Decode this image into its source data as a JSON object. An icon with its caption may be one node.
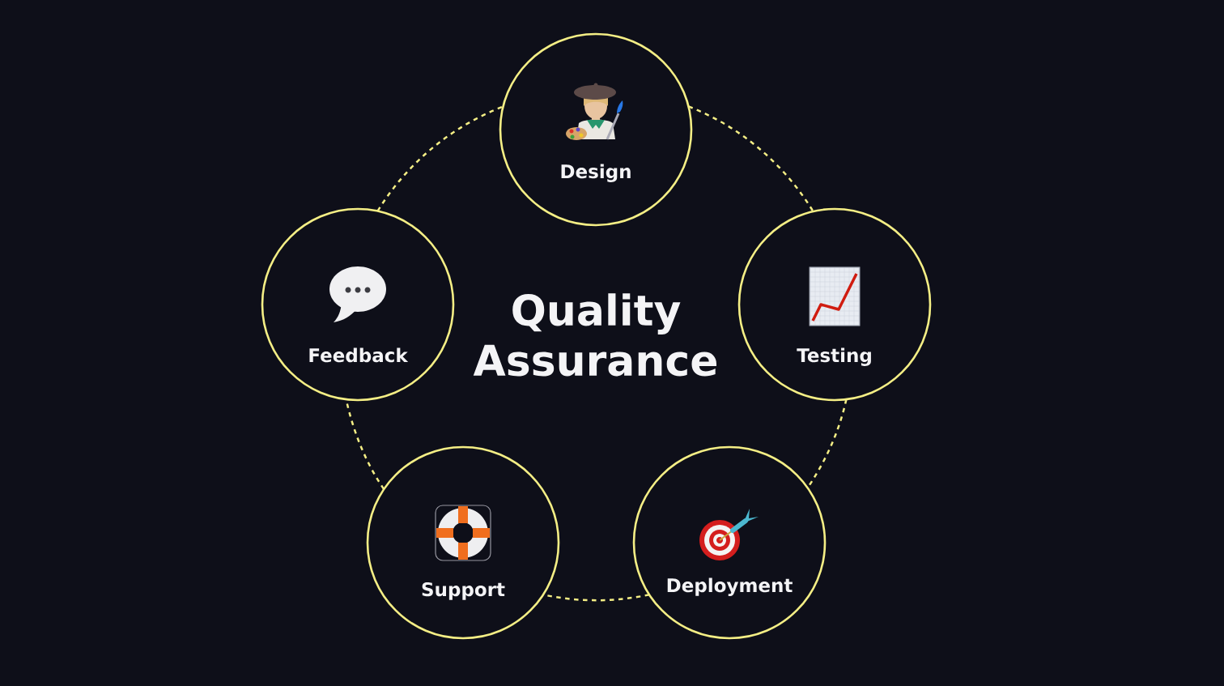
{
  "diagram": {
    "title": "Quality Assurance",
    "nodes": [
      {
        "text": [
          "Design"
        ]
      },
      {
        "text": [
          "Feedback"
        ]
      },
      {
        "text": [
          "Testing"
        ]
      },
      {
        "text": [
          "Support"
        ]
      },
      {
        "text": [
          "Deployment"
        ]
      }
    ],
    "edges": [
      {
        "from": 0,
        "to": 2,
        "arrow": "none",
        "style": "dashed"
      },
      {
        "from": 2,
        "to": 4,
        "arrow": "none",
        "style": "dashed"
      },
      {
        "from": 4,
        "to": 3,
        "arrow": "none",
        "style": "dashed"
      },
      {
        "from": 3,
        "to": 1,
        "arrow": "none",
        "style": "dashed"
      },
      {
        "from": 1,
        "to": 0,
        "arrow": "none",
        "style": "dashed"
      }
    ]
  }
}
